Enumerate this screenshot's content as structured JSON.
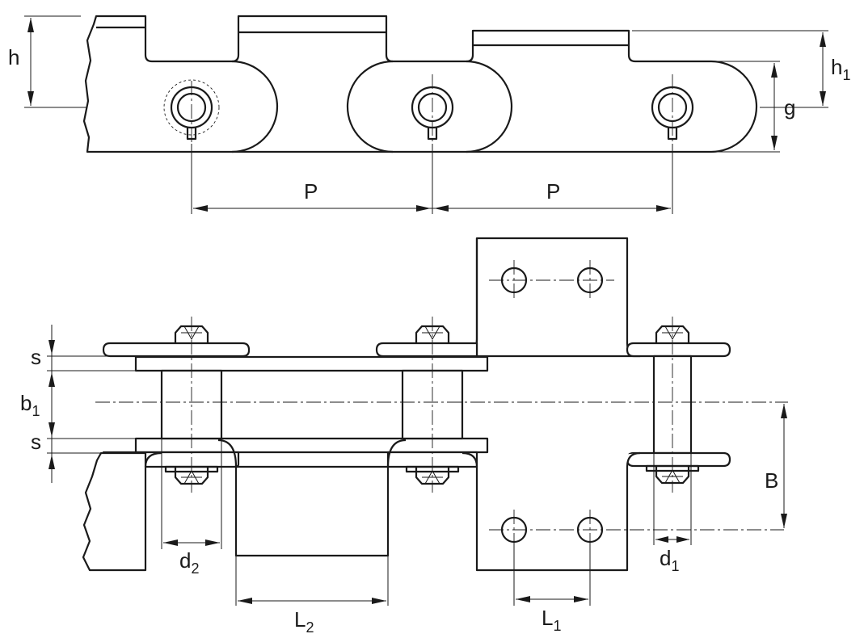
{
  "labels": {
    "h": {
      "main": "h",
      "sub": ""
    },
    "h1": {
      "main": "h",
      "sub": "1"
    },
    "g": {
      "main": "g",
      "sub": ""
    },
    "P_left": {
      "main": "P",
      "sub": ""
    },
    "P_right": {
      "main": "P",
      "sub": ""
    },
    "s_top": {
      "main": "s",
      "sub": ""
    },
    "s_bottom": {
      "main": "s",
      "sub": ""
    },
    "b1": {
      "main": "b",
      "sub": "1"
    },
    "B": {
      "main": "B",
      "sub": ""
    },
    "d1": {
      "main": "d",
      "sub": "1"
    },
    "d2": {
      "main": "d",
      "sub": "2"
    },
    "L1": {
      "main": "L",
      "sub": "1"
    },
    "L2": {
      "main": "L",
      "sub": "2"
    }
  }
}
